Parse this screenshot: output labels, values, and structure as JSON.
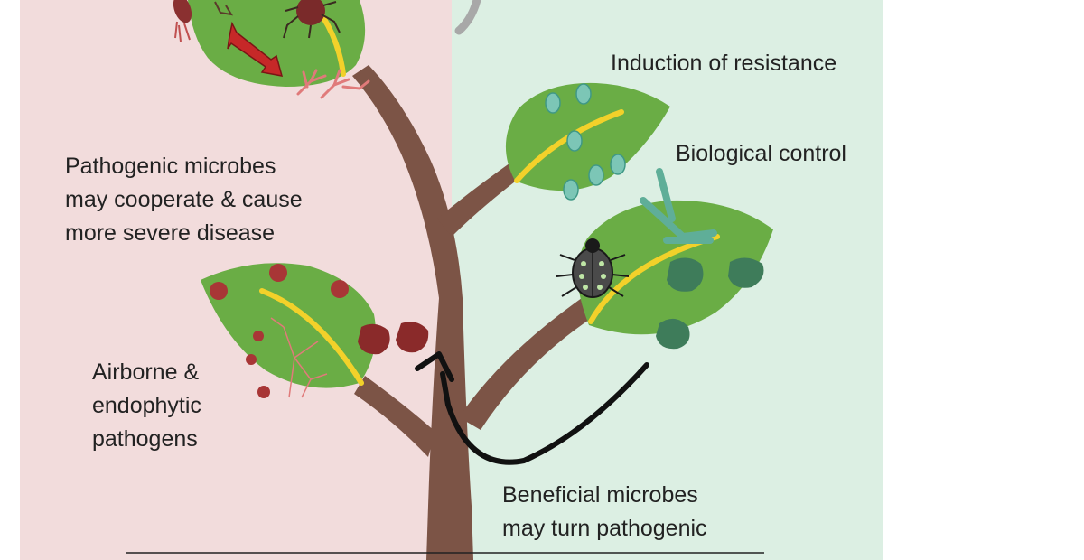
{
  "colors": {
    "pathogen_panel": "#f2dcdc",
    "beneficial_panel": "#dcefe3",
    "stem": "#7c5446",
    "leaf": "#6aad45",
    "leaf_vein": "#f2d12a",
    "pathogen_microbe": "#a83636",
    "beneficial_microbe": "#7cc6b6",
    "fungus_hyphae": "#e07a7a",
    "red_arrow": "#c62828",
    "text": "#222222"
  },
  "labels": {
    "induction": "Induction of resistance",
    "biocontrol": "Biological control",
    "cooperate": [
      "Pathogenic microbes",
      "may cooperate & cause",
      "more severe disease"
    ],
    "airborne": [
      "Airborne &",
      "endophytic",
      "pathogens"
    ],
    "beneficial": [
      "Beneficial microbes",
      "may turn pathogenic"
    ]
  },
  "icons": [
    "bidirectional-arrow-icon",
    "ladybird-beetle-icon",
    "curved-arrow-icon"
  ]
}
